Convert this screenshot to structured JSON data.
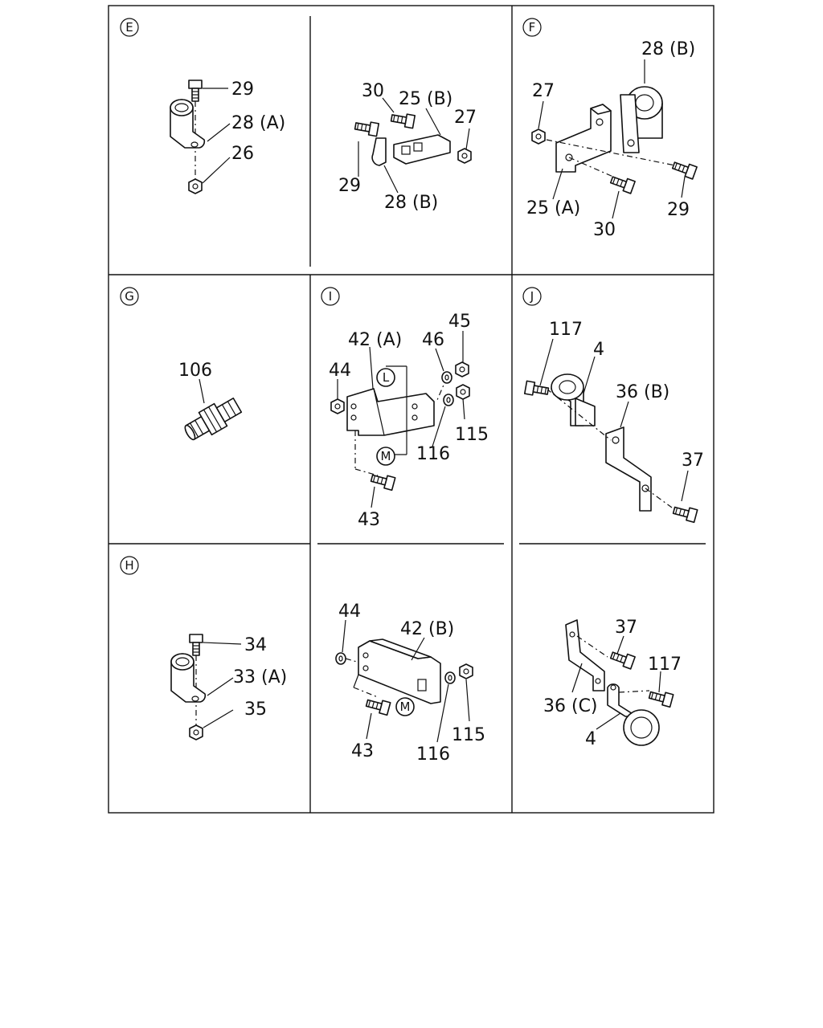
{
  "panels": {
    "E": {
      "letter": "E",
      "labels": {
        "p29": "29",
        "p28a": "28 (A)",
        "p26": "26"
      }
    },
    "E2": {
      "labels": {
        "p30": "30",
        "p25b": "25 (B)",
        "p27": "27",
        "p29": "29",
        "p28b": "28 (B)"
      }
    },
    "F": {
      "letter": "F",
      "labels": {
        "p28b": "28 (B)",
        "p27": "27",
        "p25a": "25 (A)",
        "p30": "30",
        "p29": "29"
      }
    },
    "G": {
      "letter": "G",
      "labels": {
        "p106": "106"
      }
    },
    "I": {
      "letter": "I",
      "callout_l": "L",
      "callout_m": "M",
      "labels": {
        "p42a": "42 (A)",
        "p46": "46",
        "p45": "45",
        "p44": "44",
        "p115": "115",
        "p116": "116",
        "p43": "43"
      }
    },
    "J": {
      "letter": "J",
      "labels": {
        "p117": "117",
        "p4": "4",
        "p36b": "36 (B)",
        "p37": "37"
      }
    },
    "H": {
      "letter": "H",
      "labels": {
        "p34": "34",
        "p33a": "33 (A)",
        "p35": "35"
      }
    },
    "I2": {
      "callout_m": "M",
      "labels": {
        "p44": "44",
        "p42b": "42 (B)",
        "p43": "43",
        "p116": "116",
        "p115": "115"
      }
    },
    "J2": {
      "labels": {
        "p37": "37",
        "p117": "117",
        "p36c": "36 (C)",
        "p4": "4"
      }
    }
  }
}
